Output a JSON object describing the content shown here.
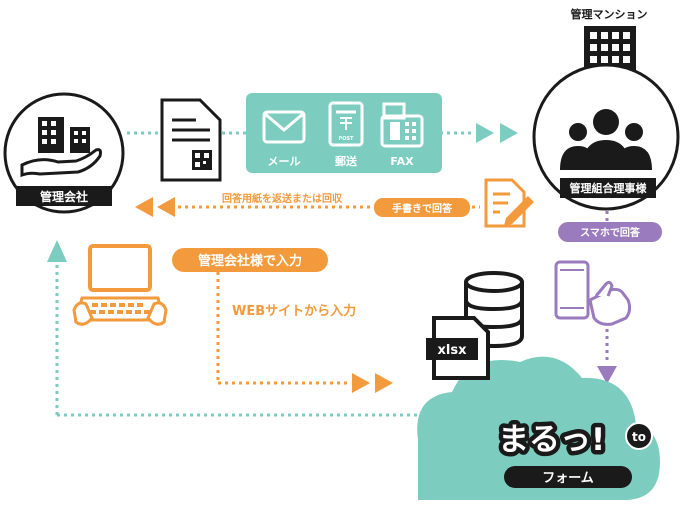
{
  "mansion": {
    "title": "管理マンション",
    "board_label": "管理組合理事様"
  },
  "company": {
    "label": "管理会社"
  },
  "channels": {
    "mail": "メール",
    "post": "郵送",
    "fax": "FAX",
    "post_box_text": "POST"
  },
  "return_text": "回答用紙を返送または回収",
  "handwrite_badge": "手書きで回答",
  "smartphone_badge": "スマホで回答",
  "company_input_badge": "管理会社様で入力",
  "web_input_text": "WEBサイトから入力",
  "file_label": "xlsx",
  "logo": {
    "name": "まるっ!",
    "to": "to",
    "sub": "フォーム"
  },
  "colors": {
    "teal": "#7ccdc0",
    "orange": "#f29a3c",
    "purple": "#9a7bbd",
    "dark": "#1a1a1a"
  }
}
